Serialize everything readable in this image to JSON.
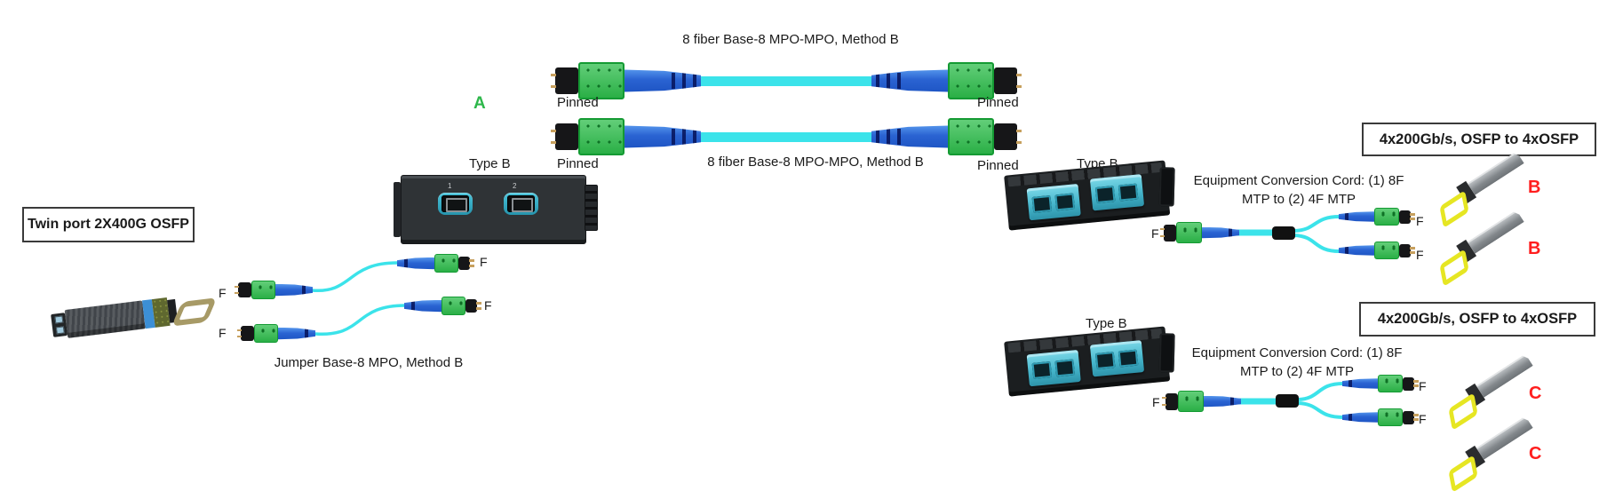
{
  "colors": {
    "fiber_aqua": "#3BE3EA",
    "connector_green": "#2EBE4C",
    "connector_green_dark": "#149A33",
    "boot_blue": "#1E55C4",
    "boot_blue_light": "#5596EC",
    "marker_red": "#FF1E1E",
    "marker_green": "#2DB74A",
    "bail_yellow": "#E6E623",
    "hardware_black": "#1B1E20",
    "cassette_gray": "#2F3336",
    "adapter_aqua": "#4FC3D9",
    "text_black": "#1A1A1A"
  },
  "headings": {
    "switch_box": "Twin port 2X400G OSFP",
    "breakout_box_top": "4x200Gb/s, OSFP to 4xOSFP",
    "breakout_box_bottom": "4x200Gb/s, OSFP to 4xOSFP"
  },
  "markers": {
    "a": "A",
    "b": "B",
    "c": "C"
  },
  "cable_labels": {
    "trunk_top": "8 fiber Base-8 MPO-MPO, Method B",
    "trunk_bottom": "8 fiber Base-8 MPO-MPO, Method B",
    "jumper": "Jumper Base-8 MPO, Method B",
    "pinned": "Pinned",
    "f_end": "F"
  },
  "cassette": {
    "type_label": "Type B",
    "port_1": "1",
    "port_2": "2"
  },
  "conversion_cord": {
    "line_1": "Equipment Conversion Cord: (1) 8F",
    "line_2": "MTP to (2) 4F MTP"
  }
}
